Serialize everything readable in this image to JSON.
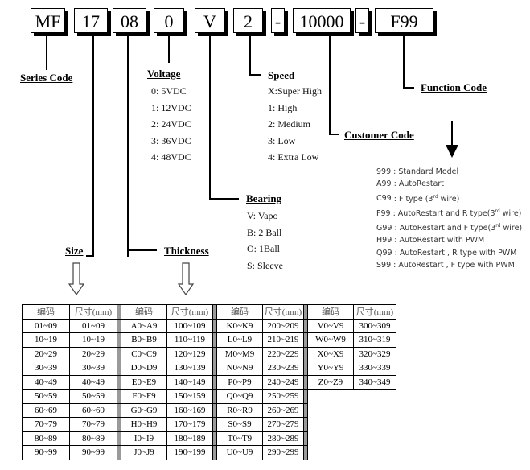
{
  "part_number": {
    "segments": [
      "MF",
      "17",
      "08",
      "0",
      "V",
      "2",
      "-",
      "10000",
      "-",
      "F99"
    ]
  },
  "labels": {
    "series_code": "Series Code",
    "voltage": "Voltage",
    "speed": "Speed",
    "function_code": "Function Code",
    "customer_code": "Customer Code",
    "bearing": "Bearing",
    "size": "Size",
    "thickness": "Thickness"
  },
  "voltage_options": [
    "0: 5VDC",
    "1: 12VDC",
    "2: 24VDC",
    "3: 36VDC",
    "4: 48VDC"
  ],
  "speed_options": [
    "X:Super High",
    "1: High",
    "2: Medium",
    "3: Low",
    "4: Extra Low"
  ],
  "bearing_options": [
    "V: Vapo",
    "B: 2 Ball",
    "O: 1Ball",
    "S: Sleeve"
  ],
  "function_codes": [
    {
      "code": "999",
      "desc": "Standard Model"
    },
    {
      "code": "A99",
      "desc": "AutoRestart"
    },
    {
      "code": "C99",
      "desc": "F type  (3rd wire)"
    },
    {
      "code": "F99",
      "desc": "AutoRestart and R type(3rd wire)"
    },
    {
      "code": "G99",
      "desc": "AutoRestart and F type(3rd  wire)"
    },
    {
      "code": "H99",
      "desc": "AutoRestart with PWM"
    },
    {
      "code": "Q99",
      "desc": "AutoRestart , R type with PWM"
    },
    {
      "code": "S99",
      "desc": "AutoRestart , F type with PWM"
    }
  ],
  "size_table": {
    "headers": [
      "编码",
      "尺寸(mm)"
    ],
    "groups": [
      [
        [
          "01~09",
          "01~09"
        ],
        [
          "10~19",
          "10~19"
        ],
        [
          "20~29",
          "20~29"
        ],
        [
          "30~39",
          "30~39"
        ],
        [
          "40~49",
          "40~49"
        ],
        [
          "50~59",
          "50~59"
        ],
        [
          "60~69",
          "60~69"
        ],
        [
          "70~79",
          "70~79"
        ],
        [
          "80~89",
          "80~89"
        ],
        [
          "90~99",
          "90~99"
        ]
      ],
      [
        [
          "A0~A9",
          "100~109"
        ],
        [
          "B0~B9",
          "110~119"
        ],
        [
          "C0~C9",
          "120~129"
        ],
        [
          "D0~D9",
          "130~139"
        ],
        [
          "E0~E9",
          "140~149"
        ],
        [
          "F0~F9",
          "150~159"
        ],
        [
          "G0~G9",
          "160~169"
        ],
        [
          "H0~H9",
          "170~179"
        ],
        [
          "I0~I9",
          "180~189"
        ],
        [
          "J0~J9",
          "190~199"
        ]
      ],
      [
        [
          "K0~K9",
          "200~209"
        ],
        [
          "L0~L9",
          "210~219"
        ],
        [
          "M0~M9",
          "220~229"
        ],
        [
          "N0~N9",
          "230~239"
        ],
        [
          "P0~P9",
          "240~249"
        ],
        [
          "Q0~Q9",
          "250~259"
        ],
        [
          "R0~R9",
          "260~269"
        ],
        [
          "S0~S9",
          "270~279"
        ],
        [
          "T0~T9",
          "280~289"
        ],
        [
          "U0~U9",
          "290~299"
        ]
      ],
      [
        [
          "V0~V9",
          "300~309"
        ],
        [
          "W0~W9",
          "310~319"
        ],
        [
          "X0~X9",
          "320~329"
        ],
        [
          "Y0~Y9",
          "330~339"
        ],
        [
          "Z0~Z9",
          "340~349"
        ]
      ]
    ]
  }
}
